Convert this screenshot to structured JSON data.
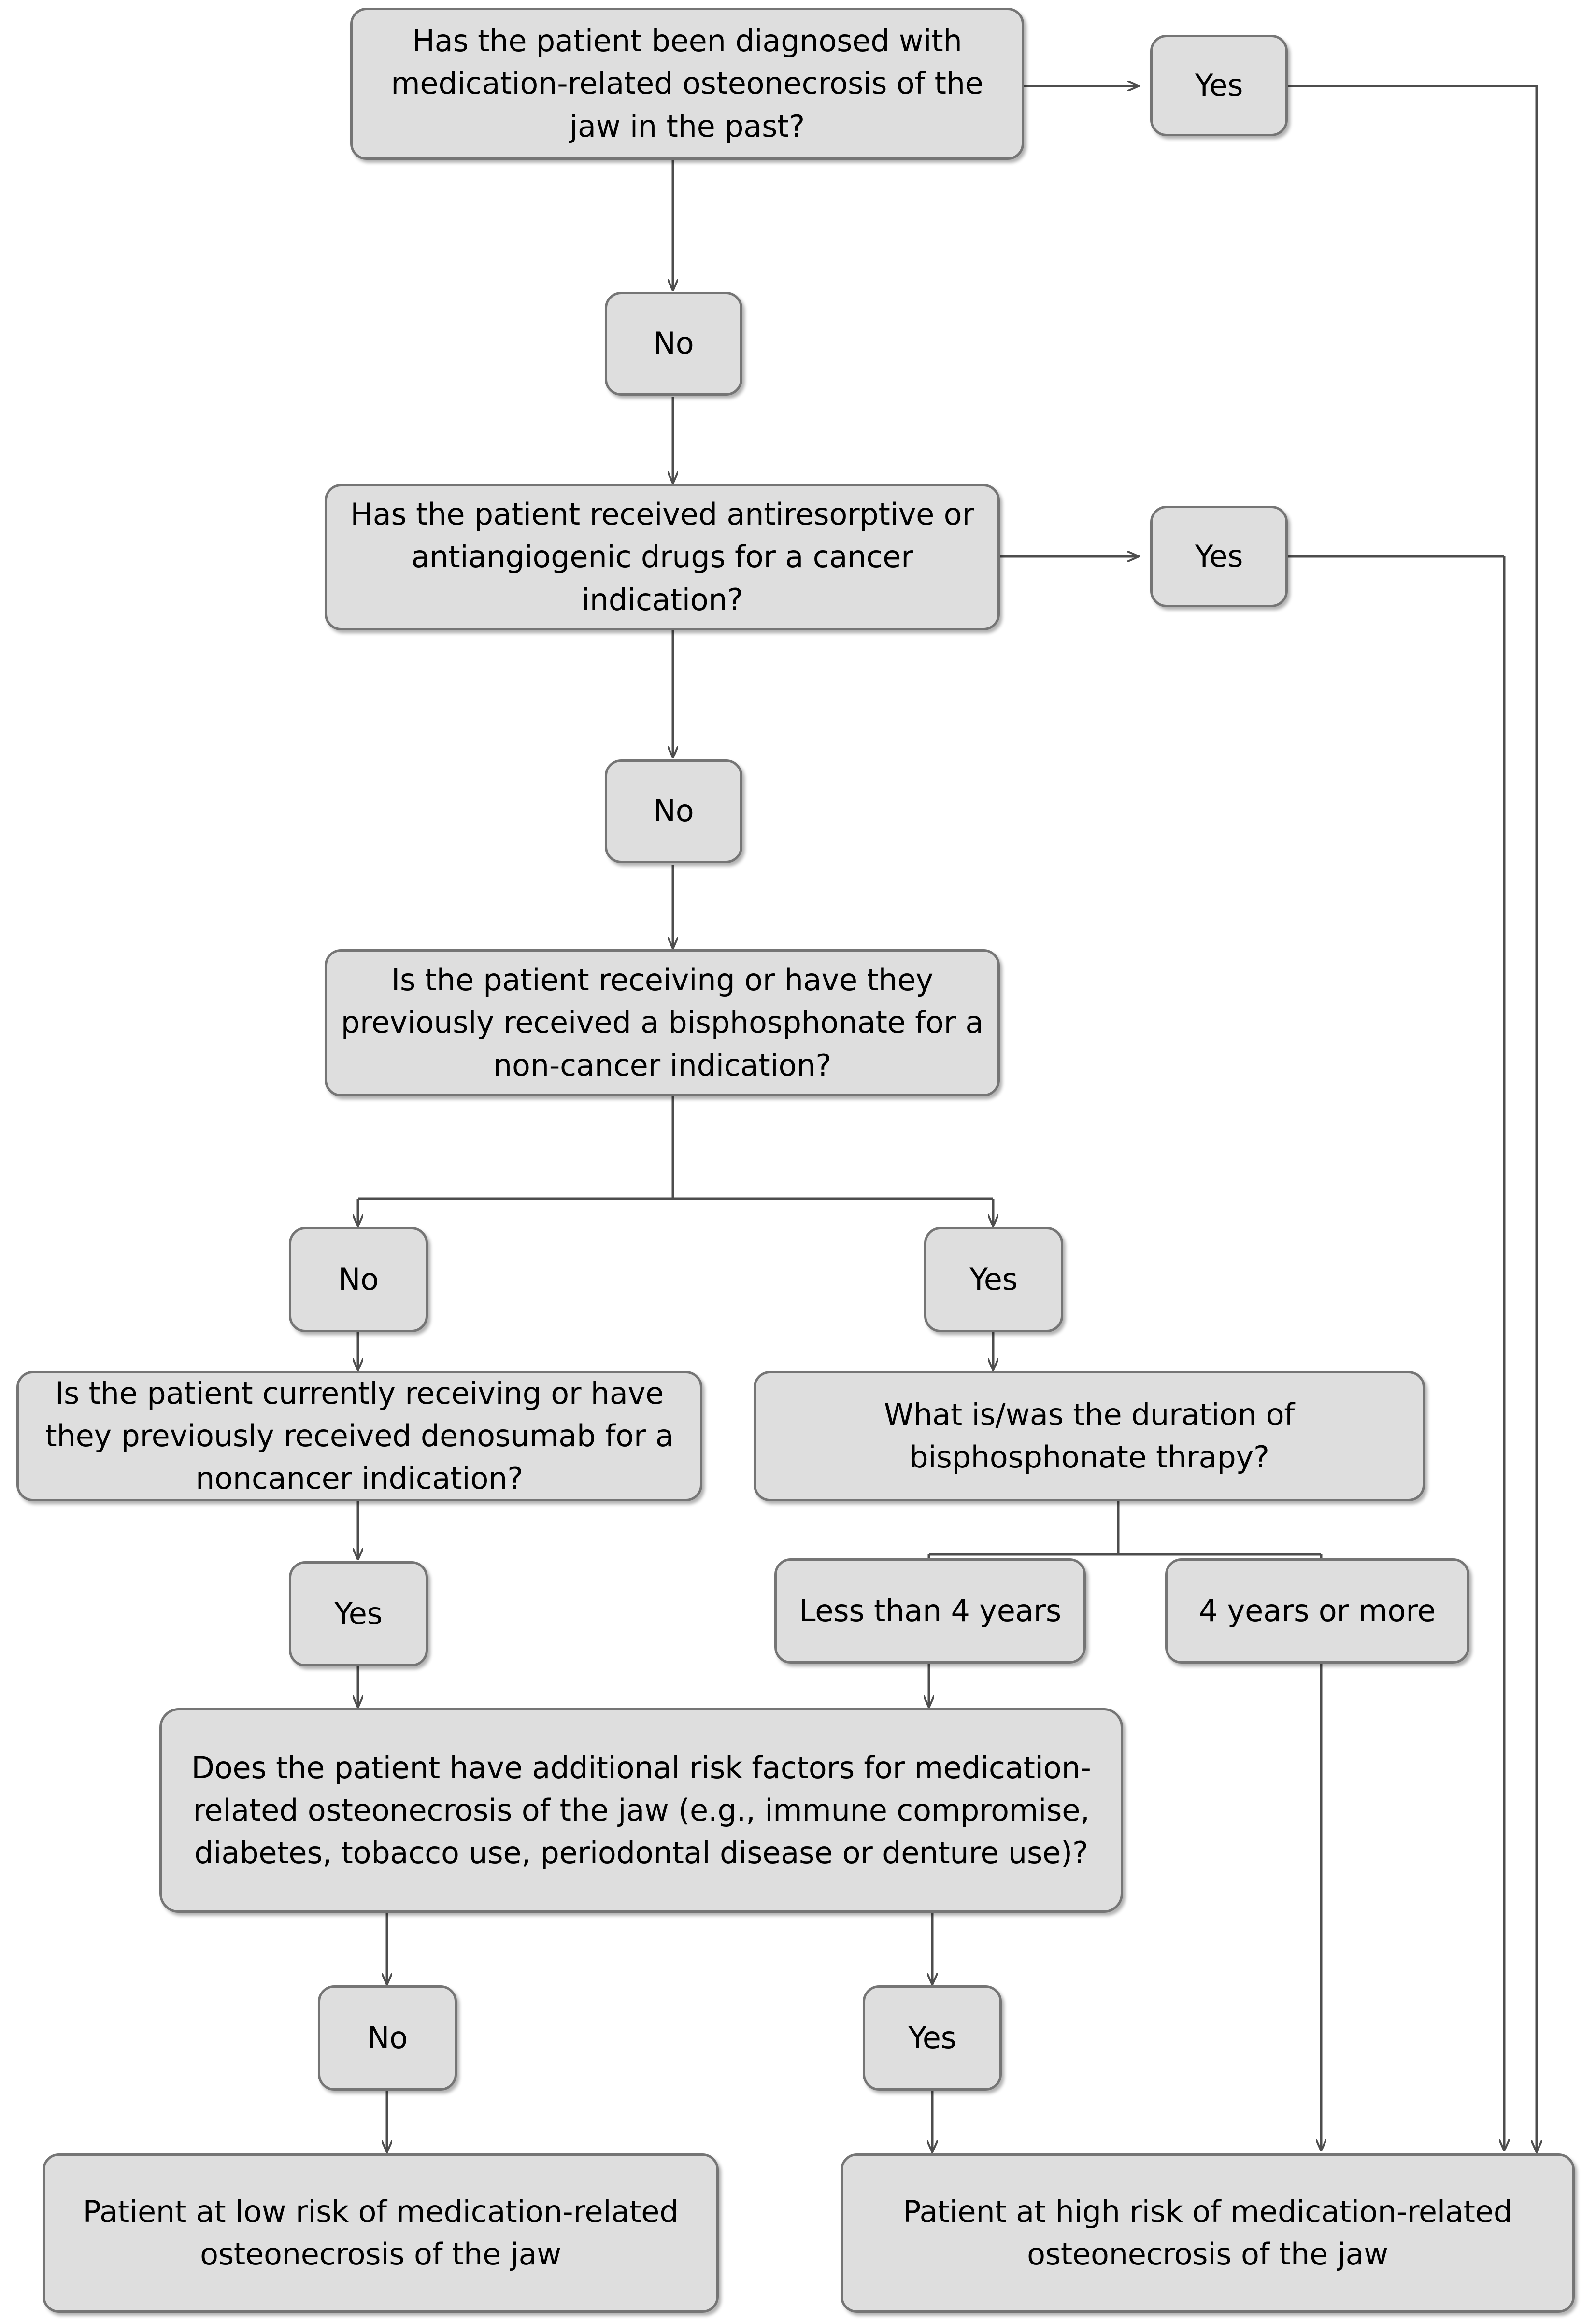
{
  "diagram": {
    "title": "Medication-related osteonecrosis of the jaw risk assessment flowchart",
    "style": {
      "node_fill": "#DEDEDE",
      "node_border": "#757575",
      "edge_color": "#595959",
      "text_color": "#000000",
      "page_background": "#FFFFFF"
    },
    "nodes": [
      {
        "id": "q1",
        "kind": "question",
        "text": "Has the patient been diagnosed with medication-related osteonecrosis of the jaw in the past?"
      },
      {
        "id": "q1_yes",
        "kind": "label",
        "text": "Yes"
      },
      {
        "id": "q1_no",
        "kind": "label",
        "text": "No"
      },
      {
        "id": "q2",
        "kind": "question",
        "text": "Has the patient received antiresorptive or antiangiogenic drugs for a cancer indication?"
      },
      {
        "id": "q2_yes",
        "kind": "label",
        "text": "Yes"
      },
      {
        "id": "q2_no",
        "kind": "label",
        "text": "No"
      },
      {
        "id": "q3",
        "kind": "question",
        "text": "Is the patient receiving or have they previously received a bisphosphonate for a non-cancer indication?"
      },
      {
        "id": "q3_no",
        "kind": "label",
        "text": "No"
      },
      {
        "id": "q3_yes",
        "kind": "label",
        "text": "Yes"
      },
      {
        "id": "q4",
        "kind": "question",
        "text": "Is the patient currently receiving or have they previously received denosumab for a noncancer indication?"
      },
      {
        "id": "q5",
        "kind": "question",
        "text": "What is/was the duration of bisphosphonate thrapy?"
      },
      {
        "id": "q4_yes",
        "kind": "label",
        "text": "Yes"
      },
      {
        "id": "q5_short",
        "kind": "label",
        "text": "Less than 4 years"
      },
      {
        "id": "q5_long",
        "kind": "label",
        "text": "4 years or more"
      },
      {
        "id": "q6",
        "kind": "question",
        "text": "Does the patient have additional risk factors for medication-related osteonecrosis of the jaw (e.g., immune compromise, diabetes, tobacco use, periodontal disease or denture use)?"
      },
      {
        "id": "q6_no",
        "kind": "label",
        "text": "No"
      },
      {
        "id": "q6_yes",
        "kind": "label",
        "text": "Yes"
      },
      {
        "id": "low_risk",
        "kind": "terminal",
        "text": "Patient at low risk of medication-related osteonecrosis of the jaw"
      },
      {
        "id": "high_risk",
        "kind": "terminal",
        "text": "Patient at high risk of medication-related osteonecrosis of the jaw"
      }
    ],
    "edges": [
      {
        "from": "q1",
        "to": "q1_yes",
        "label": ""
      },
      {
        "from": "q1_yes",
        "to": "high_risk",
        "label": ""
      },
      {
        "from": "q1",
        "to": "q1_no",
        "label": ""
      },
      {
        "from": "q1_no",
        "to": "q2",
        "label": ""
      },
      {
        "from": "q2",
        "to": "q2_yes",
        "label": ""
      },
      {
        "from": "q2_yes",
        "to": "high_risk",
        "label": ""
      },
      {
        "from": "q2",
        "to": "q2_no",
        "label": ""
      },
      {
        "from": "q2_no",
        "to": "q3",
        "label": ""
      },
      {
        "from": "q3",
        "to": "q3_no",
        "label": ""
      },
      {
        "from": "q3",
        "to": "q3_yes",
        "label": ""
      },
      {
        "from": "q3_no",
        "to": "q4",
        "label": ""
      },
      {
        "from": "q3_yes",
        "to": "q5",
        "label": ""
      },
      {
        "from": "q4",
        "to": "q4_yes",
        "label": ""
      },
      {
        "from": "q4_yes",
        "to": "q6",
        "label": ""
      },
      {
        "from": "q5",
        "to": "q5_short",
        "label": ""
      },
      {
        "from": "q5",
        "to": "q5_long",
        "label": ""
      },
      {
        "from": "q5_short",
        "to": "q6",
        "label": ""
      },
      {
        "from": "q5_long",
        "to": "high_risk",
        "label": ""
      },
      {
        "from": "q6",
        "to": "q6_no",
        "label": ""
      },
      {
        "from": "q6",
        "to": "q6_yes",
        "label": ""
      },
      {
        "from": "q6_no",
        "to": "low_risk",
        "label": ""
      },
      {
        "from": "q6_yes",
        "to": "high_risk",
        "label": ""
      }
    ]
  }
}
